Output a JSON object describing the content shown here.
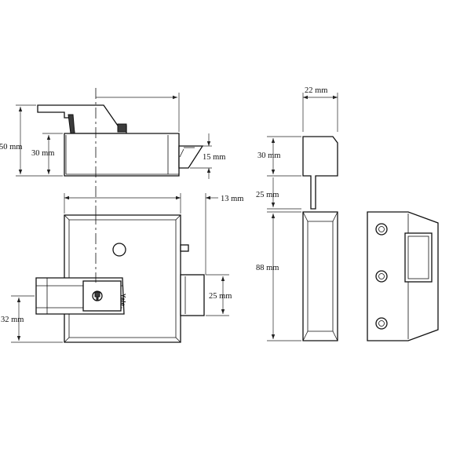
{
  "dimensions": {
    "top_overall_height": "50 mm",
    "top_body_height": "30 mm",
    "top_latch_height": "15 mm",
    "front_bolt_projection": "13 mm",
    "front_bolt_height": "25 mm",
    "front_cylinder_height": "32 mm",
    "side_width": "22 mm",
    "side_upper_height": "30 mm",
    "side_gap": "25 mm",
    "side_keep_height": "88 mm"
  },
  "brand_mark": "Yale"
}
